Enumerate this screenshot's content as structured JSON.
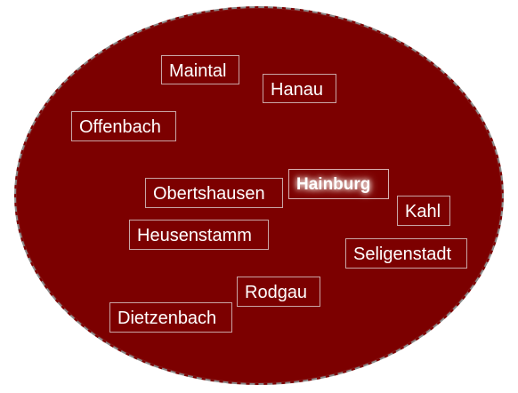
{
  "map": {
    "fill_color": "#7c0000",
    "border_color": "#8a8a8a",
    "places": [
      {
        "id": "maintal",
        "label": "Maintal"
      },
      {
        "id": "hanau",
        "label": "Hanau"
      },
      {
        "id": "offenbach",
        "label": "Offenbach"
      },
      {
        "id": "obertshausen",
        "label": "Obertshausen"
      },
      {
        "id": "hainburg",
        "label": "Hainburg",
        "highlighted": true
      },
      {
        "id": "kahl",
        "label": "Kahl"
      },
      {
        "id": "heusenstamm",
        "label": "Heusenstamm"
      },
      {
        "id": "seligenstadt",
        "label": "Seligenstadt"
      },
      {
        "id": "rodgau",
        "label": "Rodgau"
      },
      {
        "id": "dietzenbach",
        "label": "Dietzenbach"
      }
    ]
  }
}
